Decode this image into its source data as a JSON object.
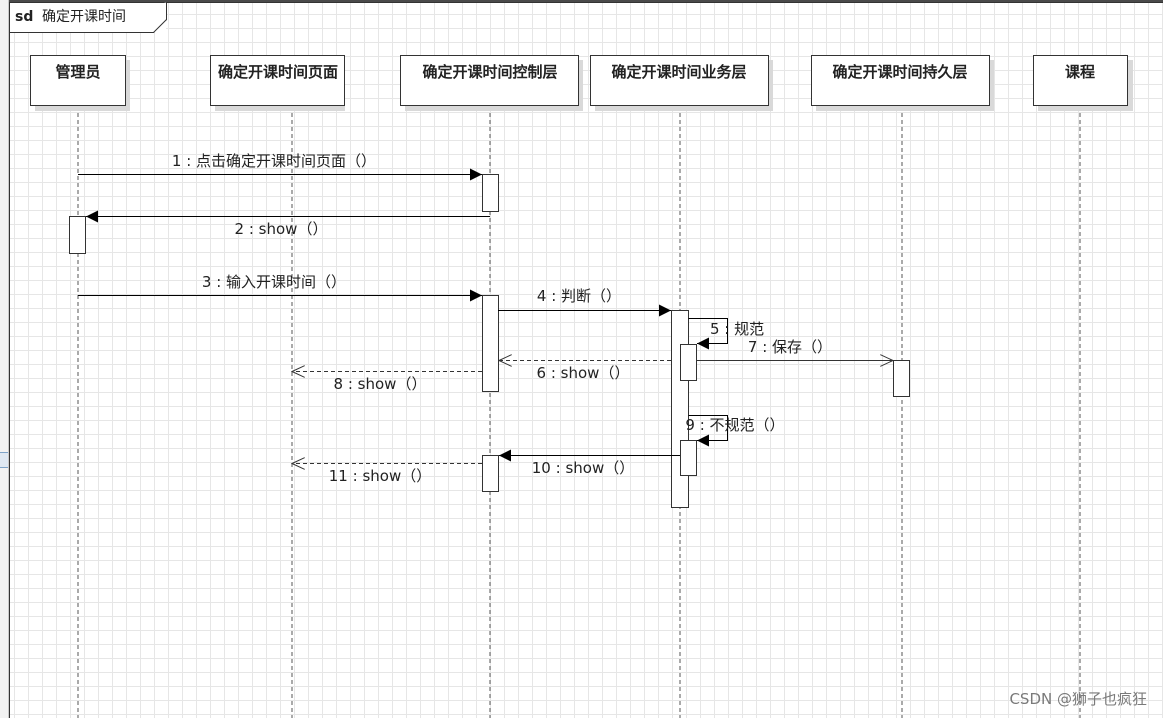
{
  "frame": {
    "keyword": "sd",
    "title": "确定开课时间"
  },
  "lifelines": [
    {
      "id": "admin",
      "label": "管理员"
    },
    {
      "id": "page",
      "label": "确定开课时间页面"
    },
    {
      "id": "control",
      "label": "确定开课时间控制层"
    },
    {
      "id": "service",
      "label": "确定开课时间业务层"
    },
    {
      "id": "persist",
      "label": "确定开课时间持久层"
    },
    {
      "id": "course",
      "label": "课程"
    }
  ],
  "messages": [
    {
      "from": "admin",
      "to": "control",
      "label": "1 : 点击确定开课时间页面（）",
      "kind": "sync"
    },
    {
      "from": "control",
      "to": "admin",
      "label": "2 : show（）",
      "kind": "sync"
    },
    {
      "from": "admin",
      "to": "control",
      "label": "3 : 输入开课时间（）",
      "kind": "sync"
    },
    {
      "from": "control",
      "to": "service",
      "label": "4 : 判断（）",
      "kind": "sync"
    },
    {
      "from": "service",
      "to": "service",
      "label": "5 : 规范",
      "kind": "self"
    },
    {
      "from": "service",
      "to": "control",
      "label": "6 : show（）",
      "kind": "return"
    },
    {
      "from": "service",
      "to": "persist",
      "label": "7 : 保存（）",
      "kind": "async"
    },
    {
      "from": "control",
      "to": "page",
      "label": "8 : show（）",
      "kind": "return"
    },
    {
      "from": "service",
      "to": "service",
      "label": "9 : 不规范（）",
      "kind": "self"
    },
    {
      "from": "service",
      "to": "control",
      "label": "10 : show（）",
      "kind": "sync"
    },
    {
      "from": "control",
      "to": "page",
      "label": "11 : show（）",
      "kind": "return"
    }
  ],
  "watermark": "CSDN @狮子也疯狂"
}
